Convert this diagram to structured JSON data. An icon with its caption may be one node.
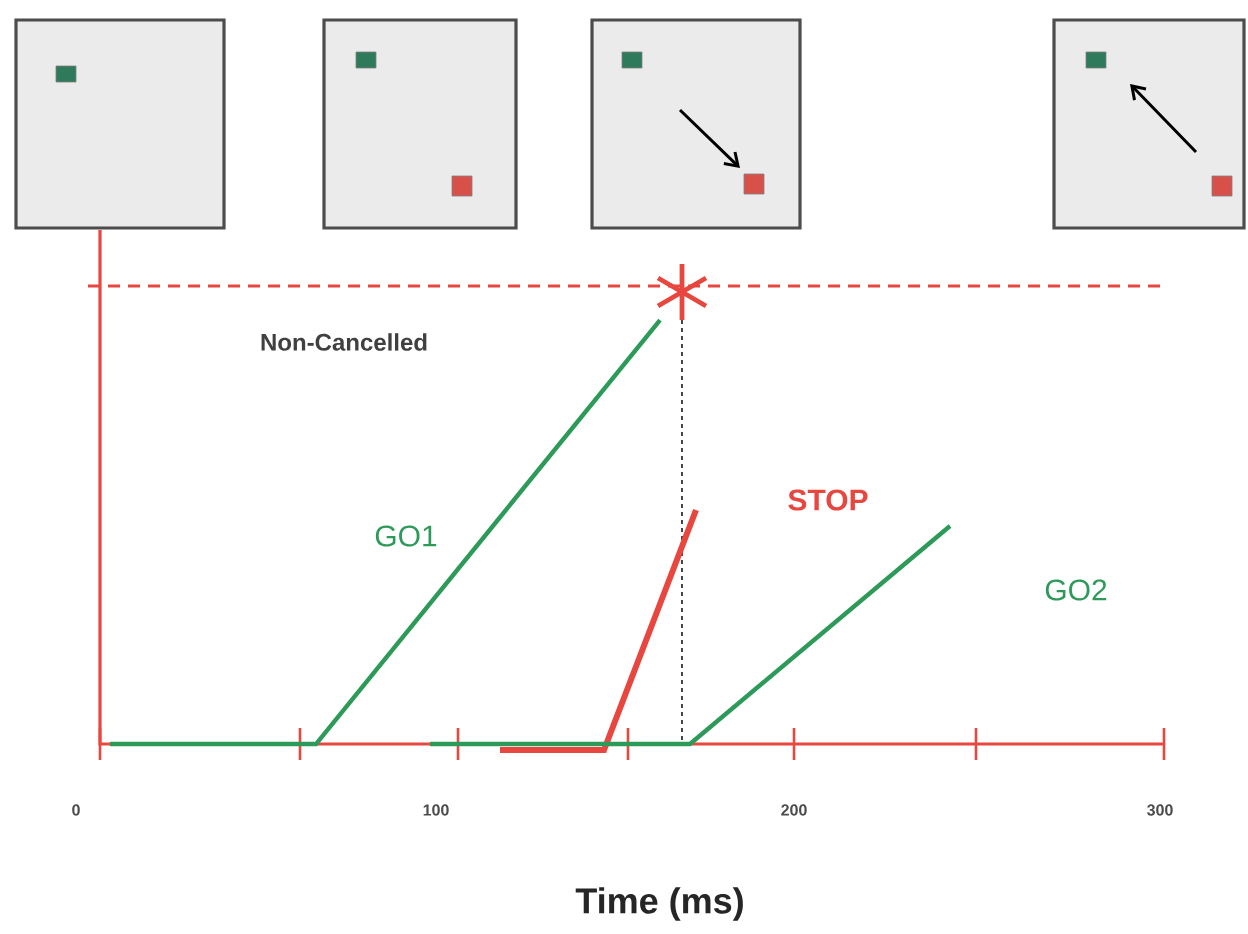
{
  "diagram": {
    "labels": [
      "Non-Cancelled",
      "GO1",
      "STOP",
      "GO2",
      "0",
      "100",
      "200",
      "300",
      "Time (ms)"
    ]
  }
}
